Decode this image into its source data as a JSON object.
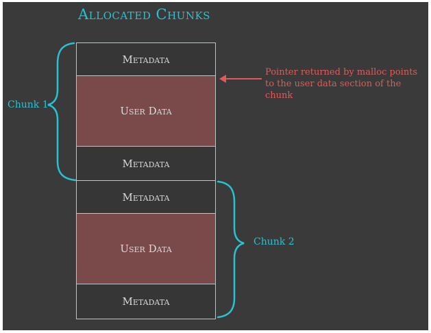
{
  "title": "Allocated Chunks",
  "blocks": {
    "metadata_label": "Metadata",
    "user_data_label": "User Data"
  },
  "chunk1_label": "Chunk 1",
  "chunk2_label": "Chunk 2",
  "pointer_annotation": "Pointer returned by malloc points to the user data section of the chunk",
  "colors": {
    "accent": "#27c3d3",
    "annotation": "#e05a5a",
    "user_data_fill": "#7a4a4a",
    "metadata_fill": "#363636",
    "background": "#3a3a3a"
  }
}
